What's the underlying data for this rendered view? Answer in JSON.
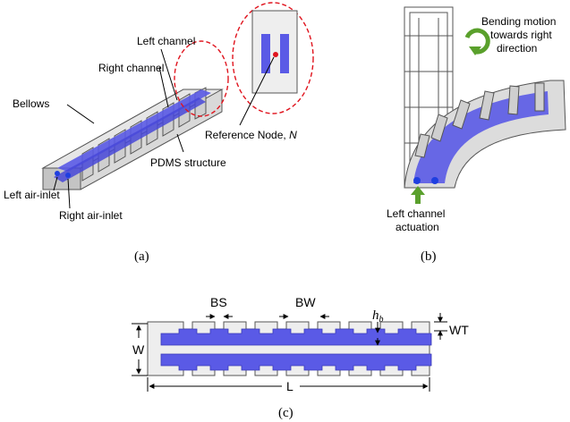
{
  "panel_a": {
    "caption": "(a)",
    "labels": {
      "left_channel": "Left channel",
      "right_channel": "Right channel",
      "bellows": "Bellows",
      "pdms_structure": "PDMS structure",
      "reference_node": "Reference Node,",
      "reference_node_symbol": "N",
      "left_air_inlet": "Left air-inlet",
      "right_air_inlet": "Right air-inlet"
    }
  },
  "panel_b": {
    "caption": "(b)",
    "labels": {
      "bending_line1": "Bending motion",
      "bending_line2": "towards right",
      "bending_line3": "direction",
      "actuation_line1": "Left channel",
      "actuation_line2": "actuation"
    }
  },
  "panel_c": {
    "caption": "(c)",
    "dimensions": {
      "bs": "BS",
      "bw": "BW",
      "hb": "h",
      "hb_sub": "b",
      "wt": "WT",
      "w": "W",
      "l": "L"
    }
  },
  "colors": {
    "channel_blue": "#5a5ae6",
    "structure_gray": "#d4d4d4",
    "outline": "#555555",
    "callout_red": "#e0141e",
    "arrow_green": "#5aa02c",
    "inlet_blue": "#1f3fe0"
  }
}
